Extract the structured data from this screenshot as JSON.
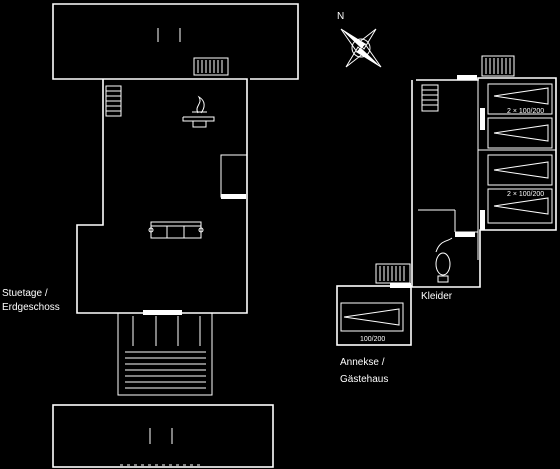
{
  "compass": {
    "north_label": "N"
  },
  "labels": {
    "main_floor": [
      "Stuetage /",
      "Erdgeschoss"
    ],
    "annex": [
      "Annekse /",
      "Gästehaus"
    ],
    "closet": "Kleider",
    "bed_1": "2 × 100/200",
    "bed_2": "2 × 100/200",
    "bed_3": "100/200"
  },
  "icons": [
    "fireplace-icon",
    "sofa-icon",
    "stairs-icon",
    "compass-icon",
    "bed-icon",
    "toilet-icon"
  ]
}
